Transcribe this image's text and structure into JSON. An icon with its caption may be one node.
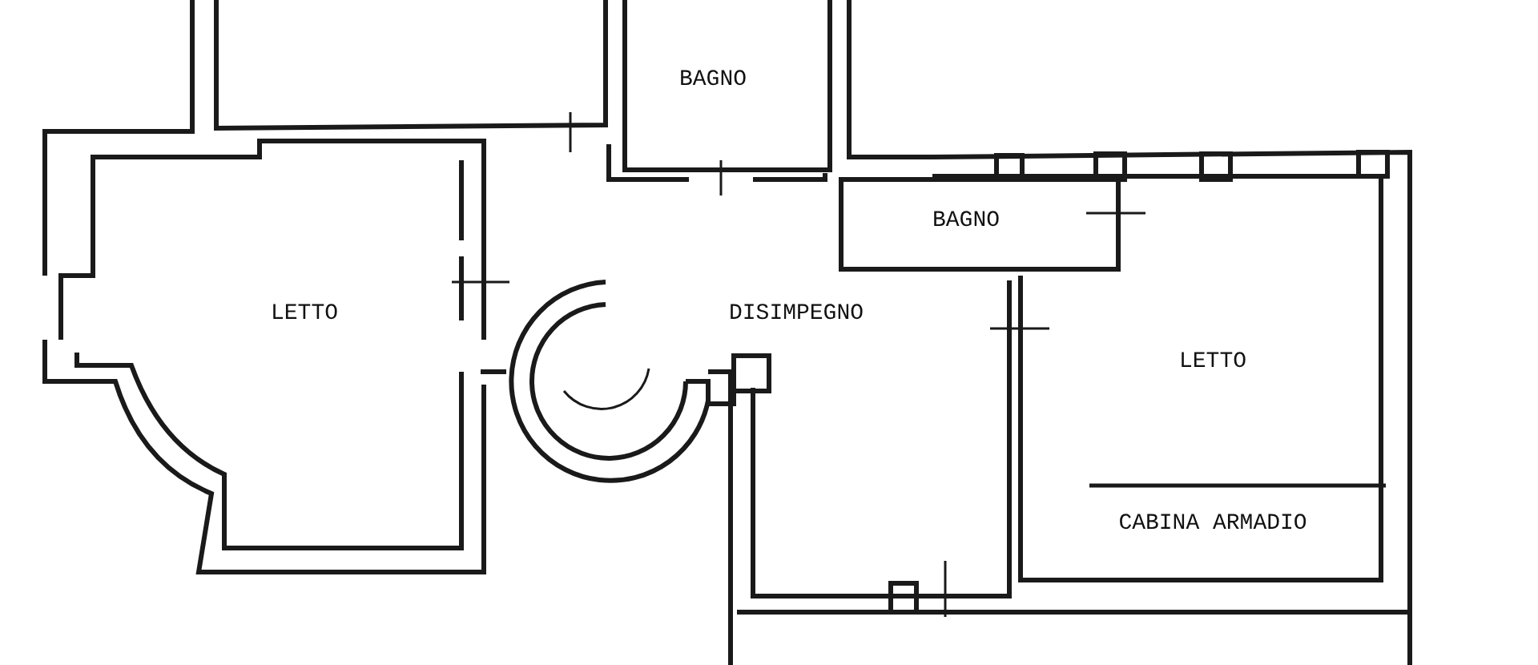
{
  "diagram": {
    "nodes": [
      {
        "text": [
          "BAGNO"
        ]
      },
      {
        "text": [
          "BAGNO"
        ]
      },
      {
        "text": [
          "LETTO"
        ]
      },
      {
        "text": [
          "DISIMPEGNO"
        ]
      },
      {
        "text": [
          "LETTO"
        ]
      },
      {
        "text": [
          "CABINA ARMADIO"
        ]
      }
    ]
  }
}
